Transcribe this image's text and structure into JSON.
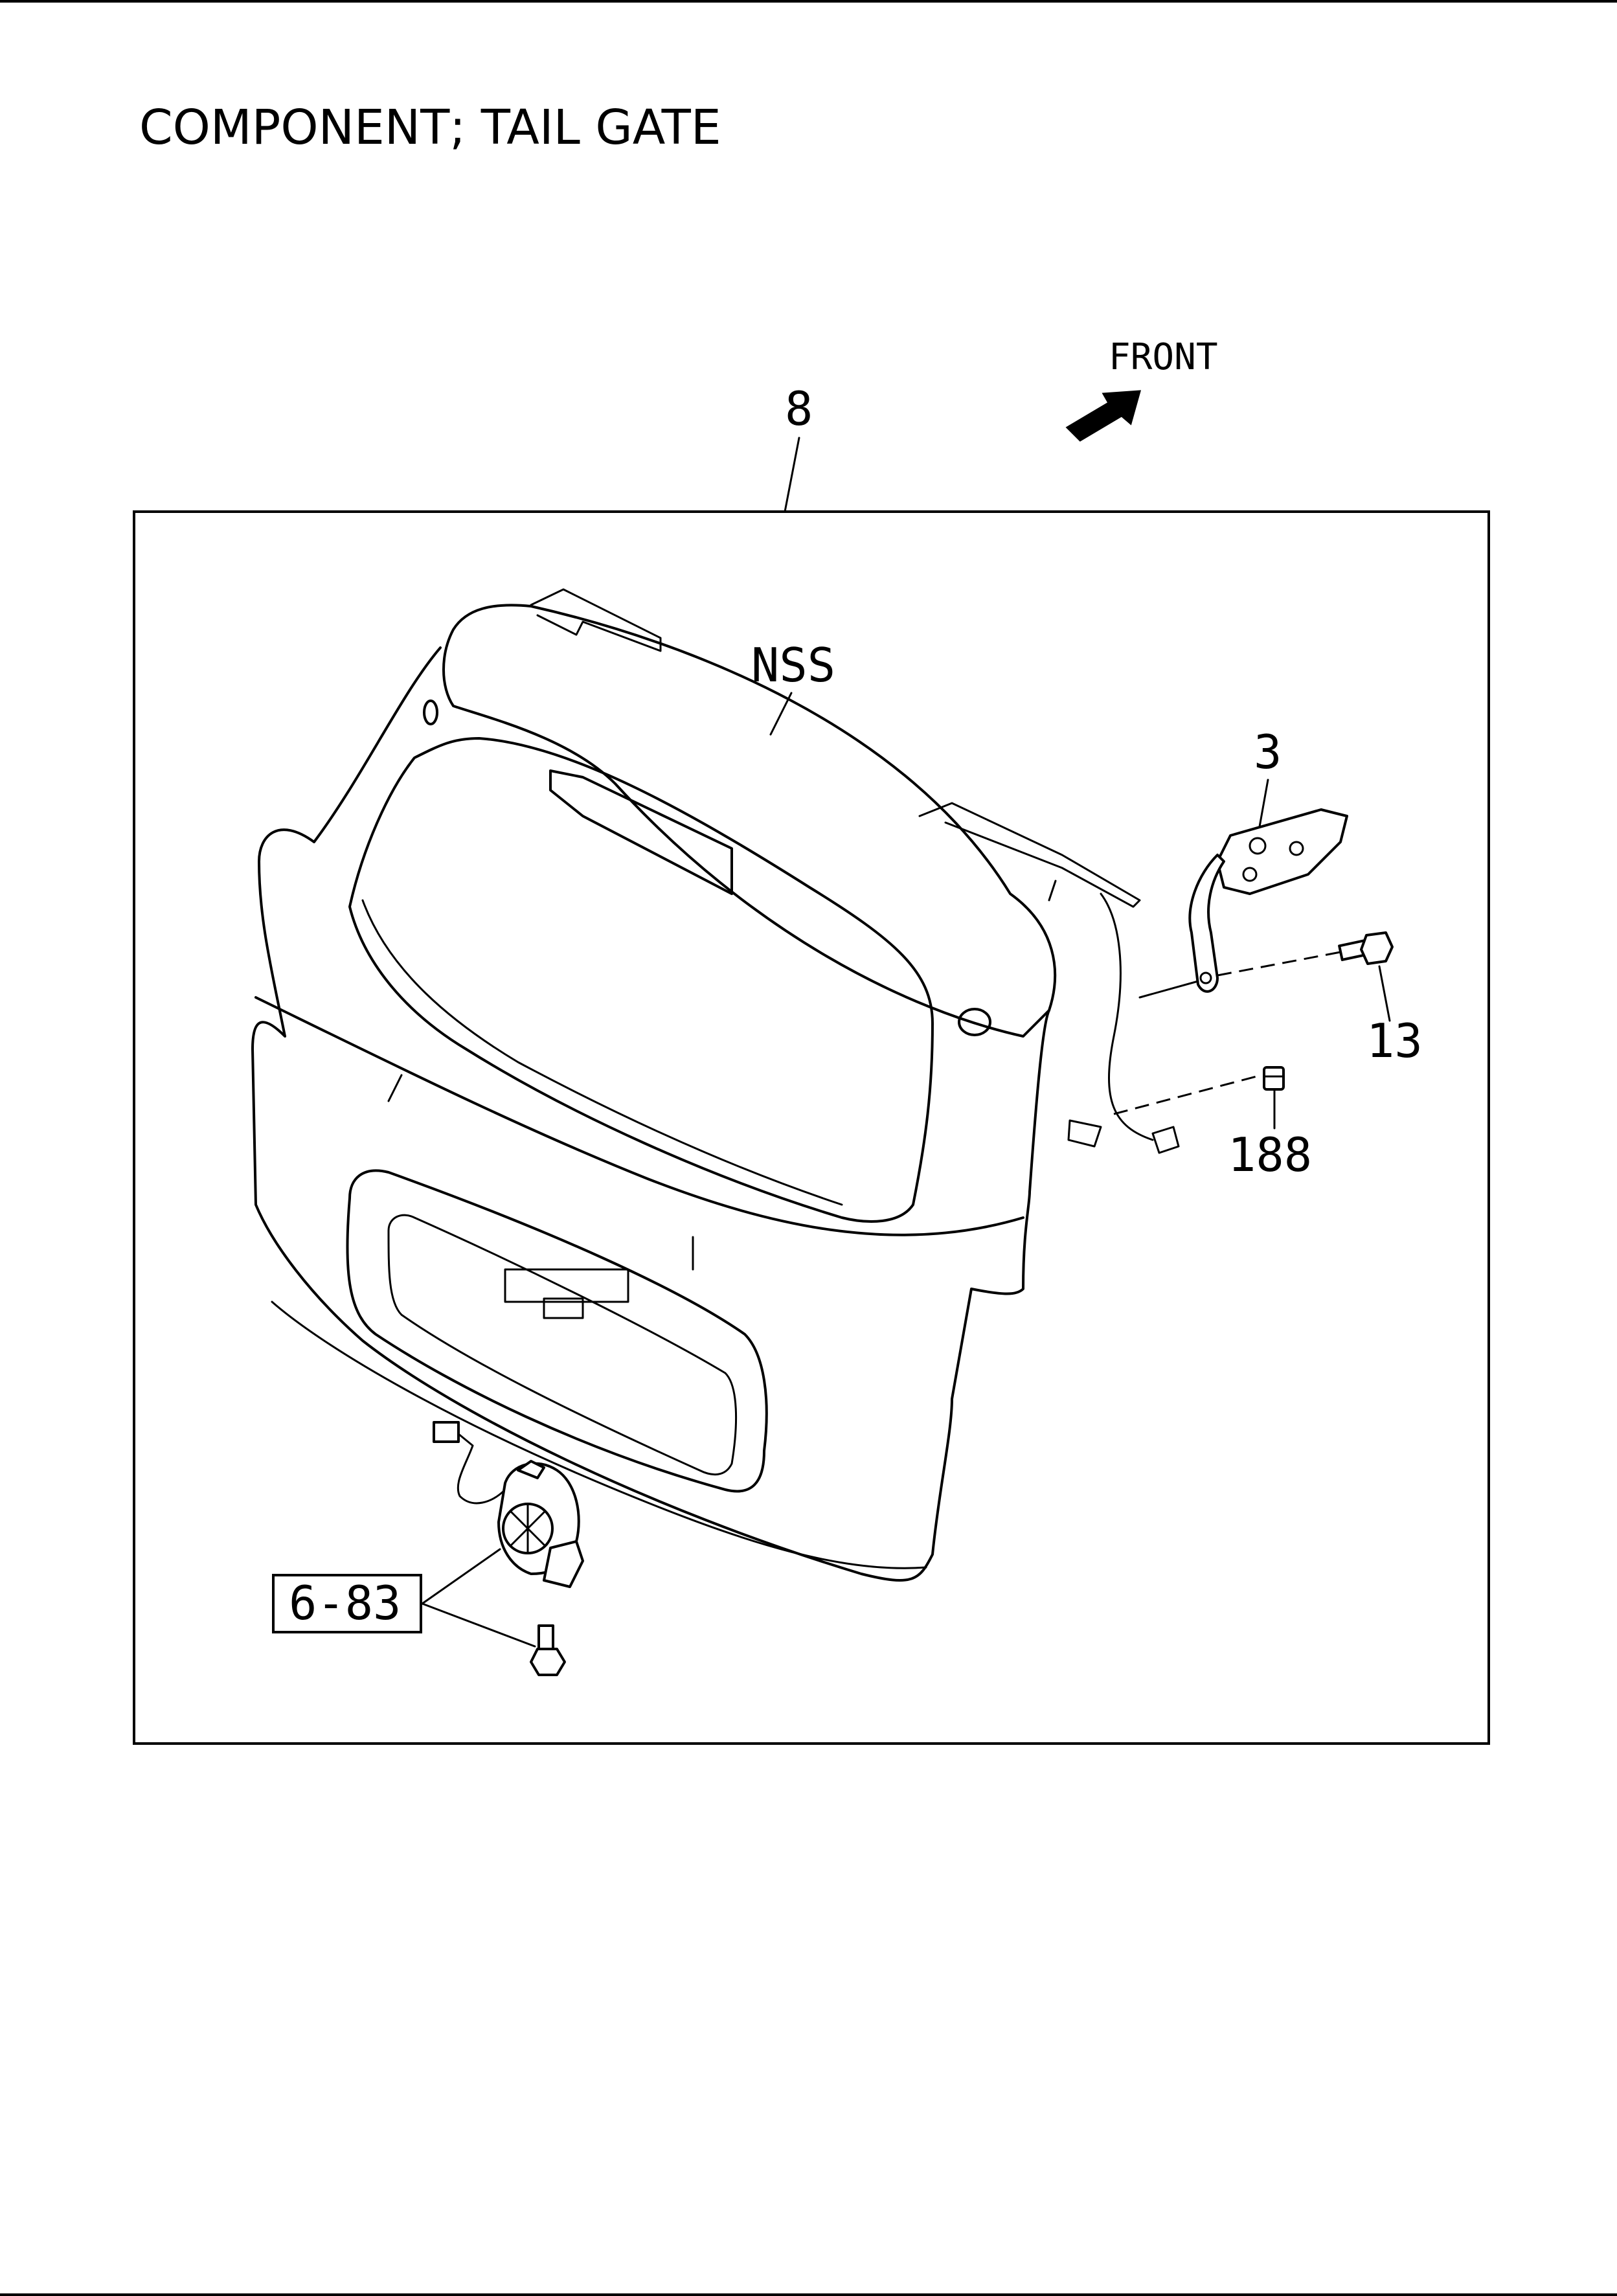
{
  "title": "COMPONENT; TAIL GATE",
  "direction_label": "FRONT",
  "callouts": {
    "assembly": "8",
    "nss": "NSS",
    "hinge": "3",
    "bolt": "13",
    "nut": "188",
    "ref": "6-83"
  },
  "icons": {
    "front_arrow": "arrow-up-right",
    "part_tailgate": "tail-gate-panel",
    "part_hinge": "hinge-bracket",
    "part_bolt": "bolt",
    "part_nut": "nut",
    "part_motor": "latch-motor"
  },
  "colors": {
    "ink": "#000000",
    "paper": "#ffffff"
  }
}
